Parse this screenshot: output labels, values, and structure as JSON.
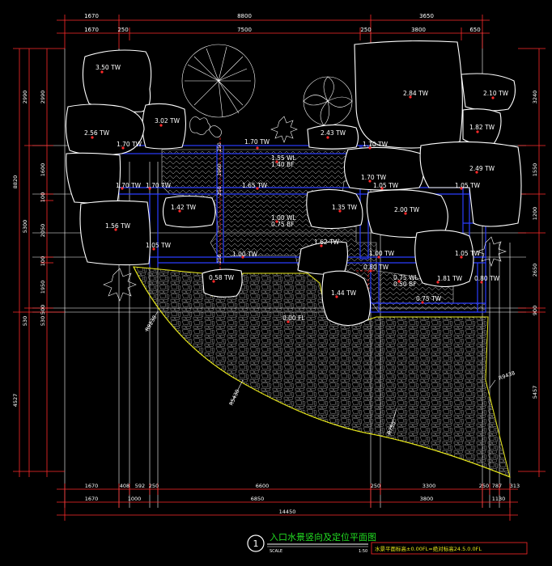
{
  "title": {
    "number": "1",
    "main": "入口水景竖向及定位平面图",
    "scale_word": "SCALE",
    "scale_value": "1:50",
    "note": "水景平面标高±0.00FL=绝对标高24.5.0.0FL"
  },
  "colors": {
    "background": "#000000",
    "dimension": "#ff2a2a",
    "guide": "#ffffff",
    "grid": "#2a3cff",
    "rock": "#ffffff",
    "paving": "#e8e81a",
    "label": "#ffffff",
    "title": "#22dd22",
    "note": "#e8e81a",
    "note_frame": "#ff2a2a"
  },
  "top_dims": {
    "row1": [
      "1670",
      "8800",
      "3650"
    ],
    "row2": [
      "1670",
      "250",
      "7500",
      "250",
      "3800",
      "650"
    ]
  },
  "bottom_dims": {
    "row1": [
      "1670",
      "408",
      "592",
      "250",
      "6600",
      "250",
      "3300",
      "250",
      "787",
      "313"
    ],
    "row2": [
      "1670",
      "1000",
      "6850",
      "3800",
      "1130"
    ],
    "total": "14450"
  },
  "left_dims": {
    "outer": [
      "8820",
      "4527"
    ],
    "mid": [
      "2990",
      "5300",
      "530"
    ],
    "inner": [
      "2990",
      "1600",
      "100",
      "2050",
      "100",
      "1950",
      "500",
      "530"
    ]
  },
  "right_dims": [
    "3240",
    "1550",
    "1200",
    "2650",
    "900",
    "5457"
  ],
  "grid_vertical_labels": [
    "250",
    "1900",
    "250",
    "250"
  ],
  "spot_levels": [
    "3.50 TW",
    "3.02 TW",
    "2.56 TW",
    "2.84 TW",
    "2.10 TW",
    "1.82 TW",
    "2.49 TW",
    "2.43 TW",
    "1.70 TW",
    "1.70 TW",
    "1.70 TW",
    "1.70 TW",
    "1.70 TW",
    "1.70 TW",
    "1.05 TW",
    "1.05 TW",
    "1.65 TW",
    "1.42 TW",
    "1.35 TW",
    "2.00 TW",
    "1.56 TW",
    "1.05 TW",
    "1.00 TW",
    "1.62 TW",
    "1.00 TW",
    "1.05 TW",
    "0.80 TW",
    "0.58 TW",
    "1.44 TW",
    "1.81 TW",
    "0.80 TW",
    "0.75 TW"
  ],
  "water_levels": [
    "1.55 WL",
    "1.40 BF",
    "1.00 WL",
    "0.75 BF",
    "0.75 WL",
    "0.50 BF"
  ],
  "floor_level": "0.00 FL",
  "radii": [
    "R9238",
    "R5430",
    "R9438",
    "R750"
  ]
}
